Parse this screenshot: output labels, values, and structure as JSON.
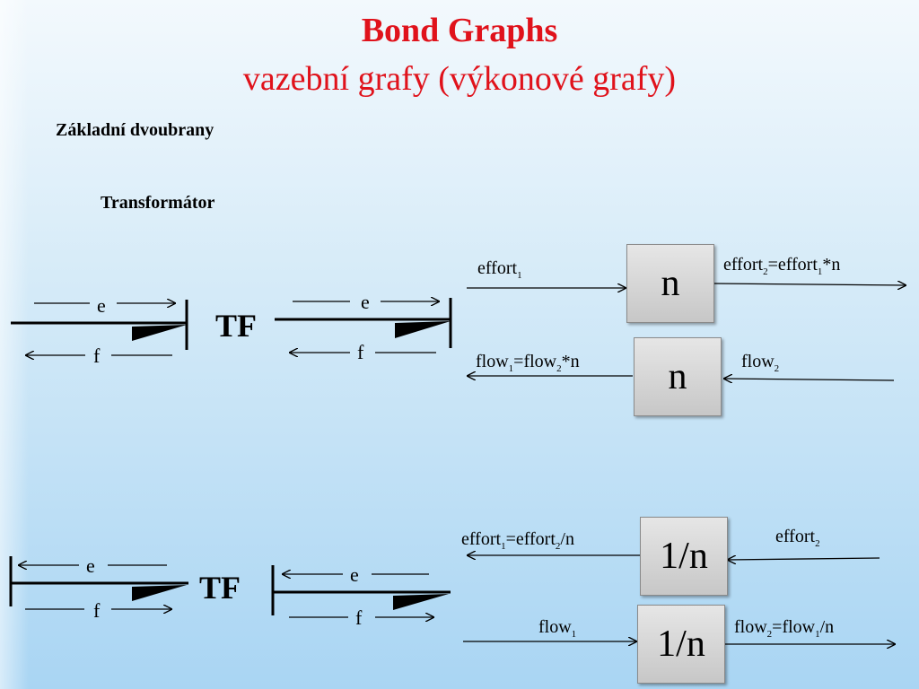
{
  "title": "Bond Graphs",
  "subtitle": "vazební grafy (výkonové grafy)",
  "heading": "Základní dvoubrany",
  "subheading": "Transformátor",
  "tf_label": "TF",
  "e_label": "e",
  "f_label": "f",
  "top_block": {
    "box_label": "n",
    "effort_in": [
      "effort",
      "1",
      ""
    ],
    "effort_out": [
      "effort",
      "2",
      "=effort",
      "1",
      "*n"
    ],
    "flow_out": [
      "flow",
      "1",
      "=flow",
      "2",
      "*n"
    ],
    "flow_in": [
      "flow",
      "2",
      ""
    ]
  },
  "bottom_block": {
    "box_label": "1/n",
    "effort_out": [
      "effort",
      "1",
      "=effort",
      "2",
      "/n"
    ],
    "effort_in": [
      "effort",
      "2",
      ""
    ],
    "flow_in": [
      "flow",
      "1",
      ""
    ],
    "flow_out": [
      "flow",
      "2",
      "=flow",
      "1",
      "/n"
    ]
  }
}
